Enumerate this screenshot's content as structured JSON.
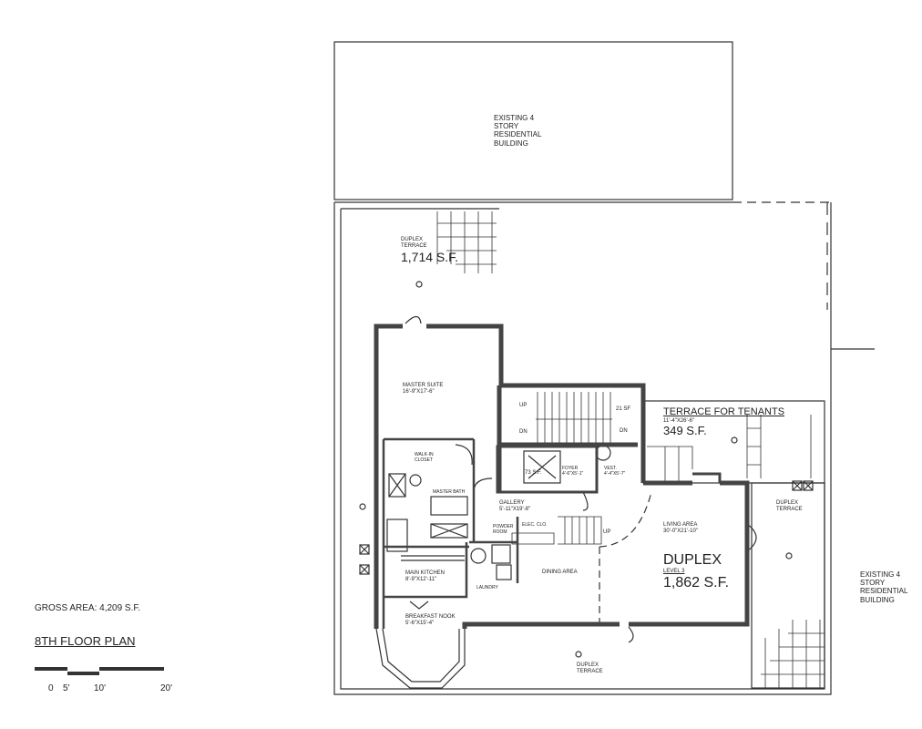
{
  "existing_building_top": {
    "line1": "EXISTING 4",
    "line2": "STORY",
    "line3": "RESIDENTIAL",
    "line4": "BUILDING"
  },
  "existing_building_right": {
    "line1": "EXISTING 4",
    "line2": "STORY",
    "line3": "RESIDENTIAL",
    "line4": "BUILDING"
  },
  "duplex_terrace_top": {
    "name1": "DUPLEX",
    "name2": "TERRACE",
    "area": "1,714 S.F."
  },
  "master_suite": {
    "name": "MASTER SUITE",
    "dims": "16'-9\"X17'-6\""
  },
  "walk_in_closet": {
    "name1": "WALK-IN",
    "name2": "CLOSET"
  },
  "master_bath": {
    "name": "MASTER BATH"
  },
  "stair": {
    "up": "UP",
    "dn": "DN",
    "area": "21 SF",
    "dn2": "DN"
  },
  "elevator": {
    "area": "73 S.F."
  },
  "foyer": {
    "name": "FOYER",
    "dims": "4'-6\"X5'-1\""
  },
  "vestibule": {
    "name": "VEST.",
    "dims": "4'-4\"X5'-7\""
  },
  "gallery": {
    "name": "GALLERY",
    "dims": "5'-11\"X19'-8\""
  },
  "powder_room": {
    "name1": "POWDER",
    "name2": "ROOM"
  },
  "elec_closet": {
    "name": "ELEC. CLO."
  },
  "stair_up": {
    "label": "UP"
  },
  "main_kitchen": {
    "name": "MAIN KITCHEN",
    "dims": "8'-9\"X12'-11\""
  },
  "laundry": {
    "name": "LAUNDRY"
  },
  "dining_area": {
    "name": "DINING AREA"
  },
  "breakfast_nook": {
    "name": "BREAKFAST NOOK",
    "dims": "5'-6\"X15'-4\""
  },
  "living_area": {
    "name": "LIVING AREA",
    "dims": "30'-0\"X21'-10\""
  },
  "duplex": {
    "name": "DUPLEX",
    "level": "LEVEL 3",
    "area": "1,862 S.F."
  },
  "terrace_tenants": {
    "name": "TERRACE FOR TENANTS",
    "dims": "11'-4\"X26'-6\"",
    "area": "349 S.F."
  },
  "duplex_terrace_right": {
    "name1": "DUPLEX",
    "name2": "TERRACE"
  },
  "duplex_terrace_bottom": {
    "name1": "DUPLEX",
    "name2": "TERRACE"
  },
  "legend": {
    "gross_area": "GROSS AREA: 4,209 S.F.",
    "title": "8TH FLOOR PLAN",
    "scale_labels": [
      "0",
      "5'",
      "10'",
      "20'"
    ]
  }
}
